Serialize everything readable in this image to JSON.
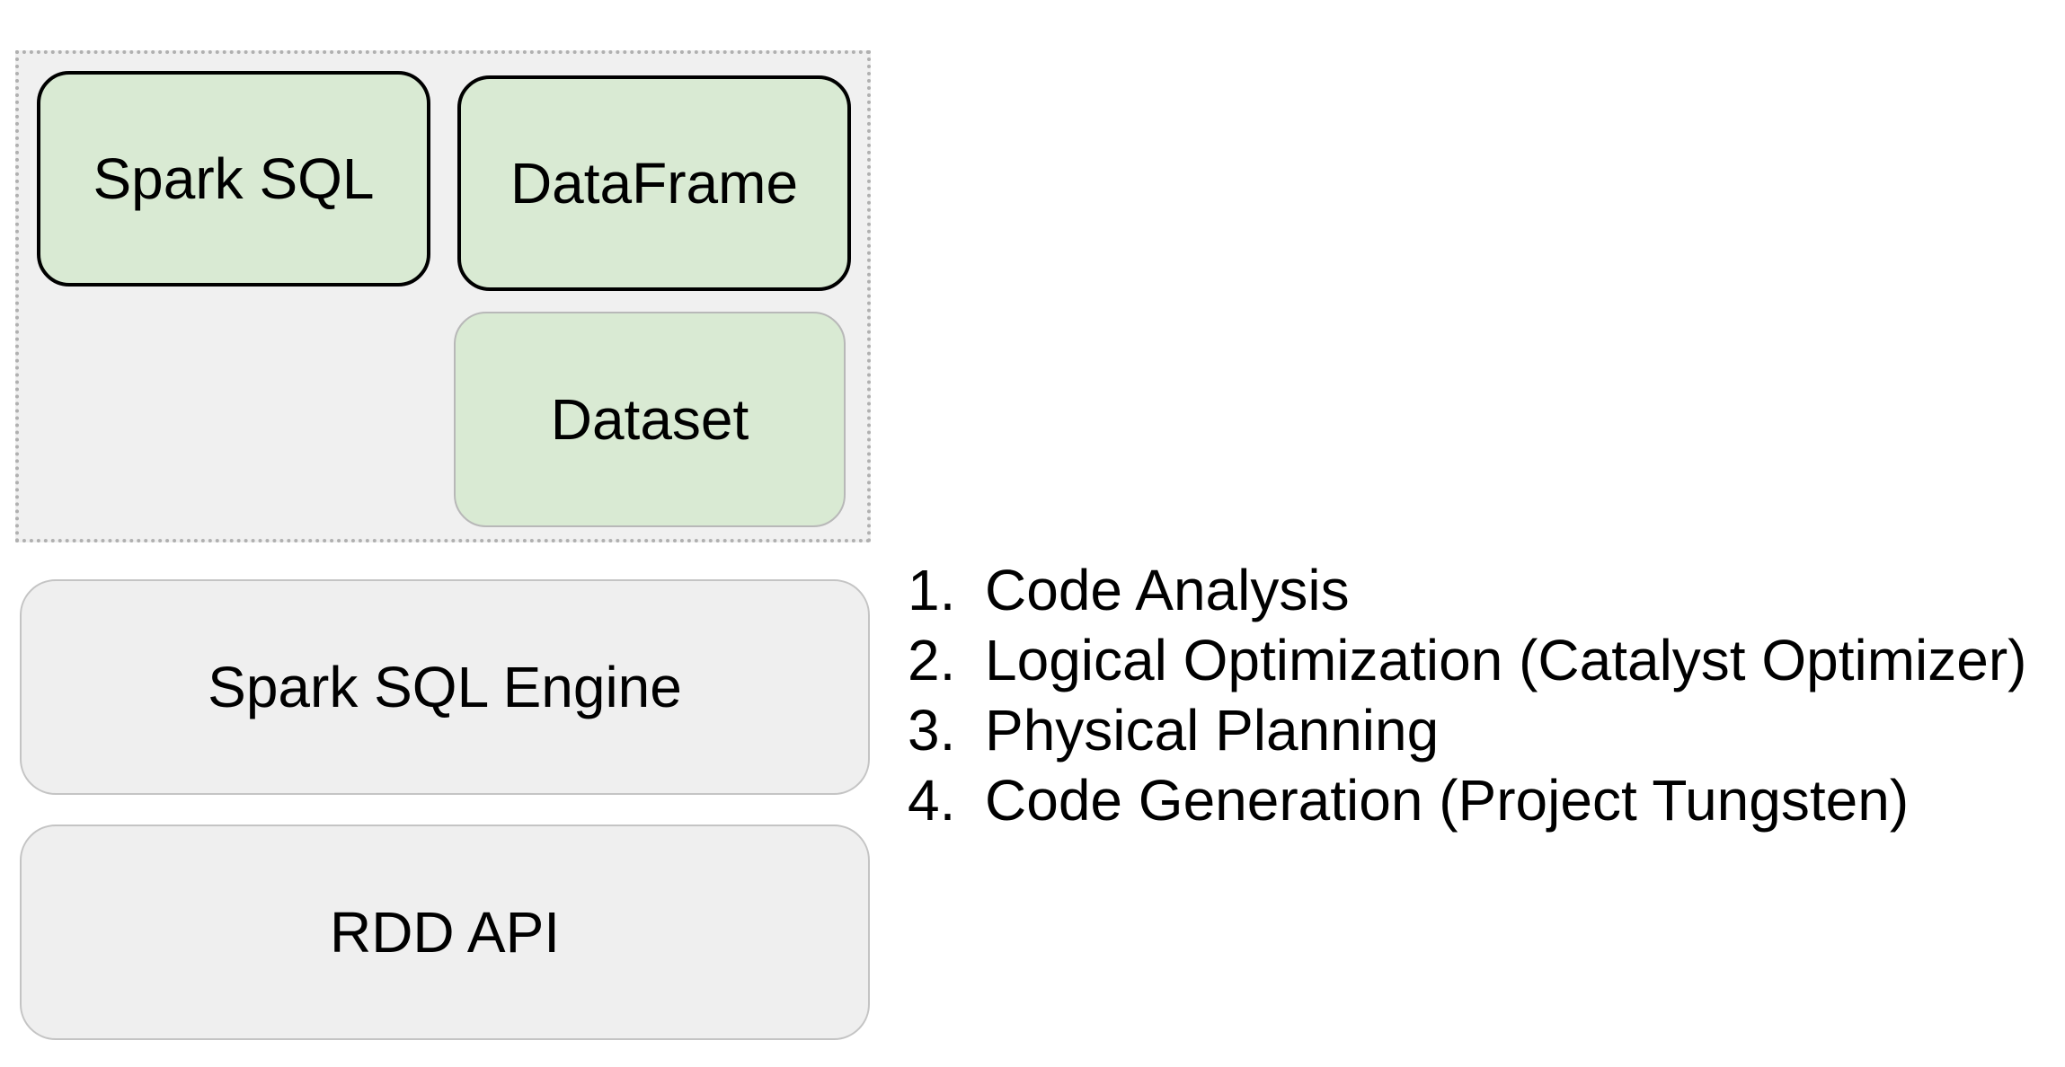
{
  "colors": {
    "api_box_fill": "#d9ead3",
    "group_fill": "#f0f0f0",
    "layer_fill": "#efefef",
    "border_dark": "#000000",
    "border_light": "#c4c4c4",
    "dotted_border": "#b0b0b0"
  },
  "api_layer": {
    "boxes": [
      {
        "label": "Spark SQL"
      },
      {
        "label": "DataFrame"
      },
      {
        "label": "Dataset"
      }
    ]
  },
  "engine_layer": {
    "label": "Spark SQL Engine"
  },
  "rdd_layer": {
    "label": "RDD API"
  },
  "engine_steps": [
    {
      "number": "1.",
      "text": "Code Analysis"
    },
    {
      "number": "2.",
      "text": "Logical Optimization (Catalyst Optimizer)"
    },
    {
      "number": "3.",
      "text": "Physical Planning"
    },
    {
      "number": "4.",
      "text": "Code Generation (Project Tungsten)"
    }
  ]
}
